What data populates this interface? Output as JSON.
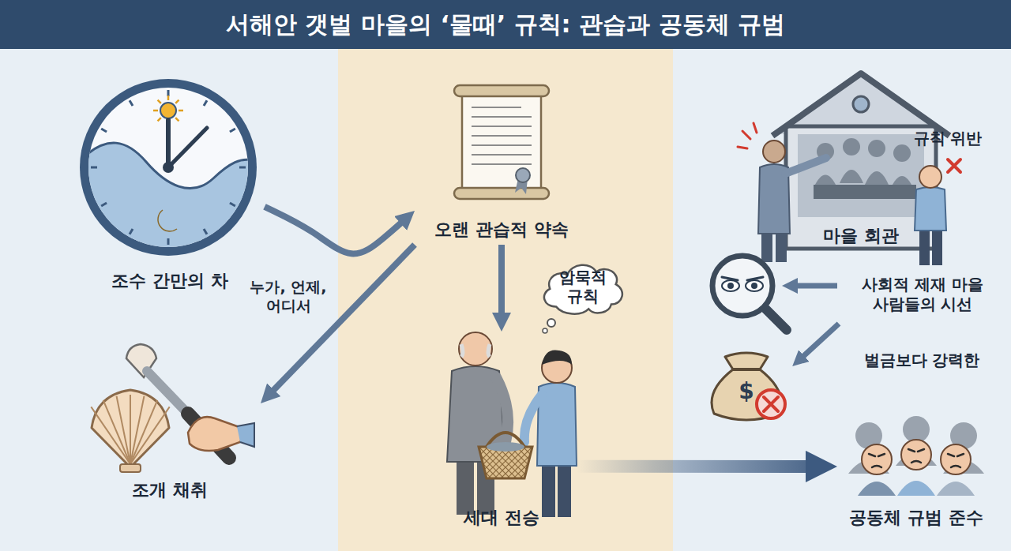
{
  "diagram": {
    "title": "서해안 갯벌 마을의 ‘물때’ 규칙: 관습과 공동체 규범",
    "nodes": [
      {
        "text": [
          "조수 간만의 차"
        ]
      },
      {
        "text": [
          "조개 채취"
        ]
      },
      {
        "text": [
          "오랜 관습적 약속"
        ]
      },
      {
        "text": [
          "암묵적 규칙"
        ]
      },
      {
        "text": [
          "세대 전승"
        ]
      },
      {
        "text": [
          "마을 회관"
        ]
      },
      {
        "text": [
          "공동체 규범 준수"
        ]
      }
    ],
    "edges": [
      {
        "from": 0,
        "to": 2,
        "arrow": "to"
      },
      {
        "from": 2,
        "to": 1,
        "label": "누가, 언제, 어디서",
        "arrow": "to"
      },
      {
        "from": 2,
        "to": 4,
        "arrow": "to"
      },
      {
        "from": 4,
        "to": 6,
        "arrow": "to"
      }
    ],
    "labels": [
      "규칙 위반",
      "사회적 제재 마을 사람들의 시선",
      "벌금보다 강력한",
      "$"
    ]
  }
}
